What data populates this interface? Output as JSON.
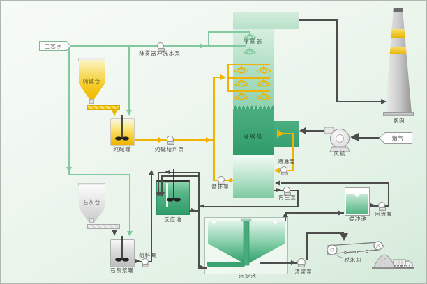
{
  "diagram": {
    "labels": {
      "process_water": "工艺水",
      "flue_gas": "烟气",
      "demister_flush_pump": "除雾器冲洗水泵",
      "soda_silo": "纯碱仓",
      "soda_tank": "纯碱罐",
      "soda_feed_pump": "纯碱给料泵",
      "demister": "除雾器",
      "absorber": "吸收塔",
      "chimney": "烟囱",
      "fan": "风机",
      "spray_pump": "喷淋泵",
      "circulation_pump": "循环泵",
      "regeneration_pump": "再生泵",
      "lime_silo": "石灰仓",
      "lime_slurry_tank": "石灰浆罐",
      "feed_pump": "给料泵",
      "reaction_pool": "反应池",
      "sedimentation_pool": "沉淀池",
      "buffer_pool": "缓冲池",
      "return_pump": "回流泵",
      "slag_slurry_pump": "渣浆泵",
      "dewatering_machine": "脱水机"
    },
    "colors": {
      "water_line": "#82c9a0",
      "slurry_line": "#f0b400",
      "gas_line": "#4d4d4d",
      "tower_green": "#3aa371",
      "silo_yellow": "#f3c515",
      "chimney_band": "#e8b400"
    }
  }
}
